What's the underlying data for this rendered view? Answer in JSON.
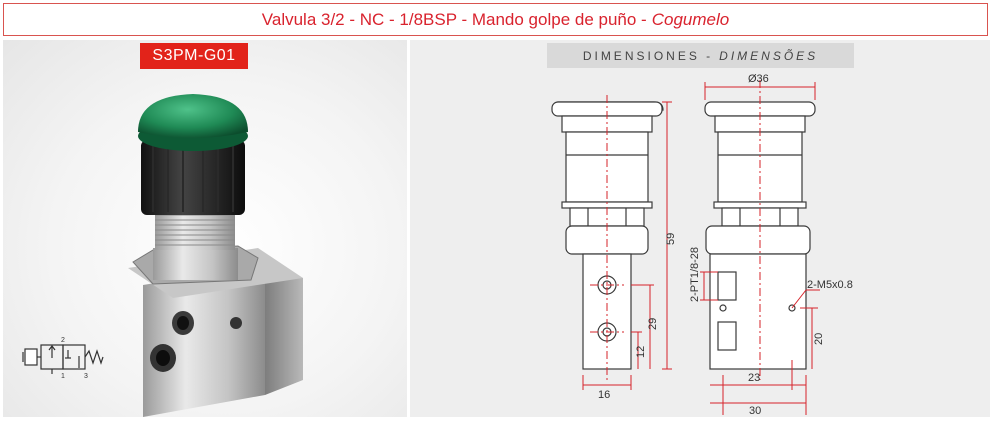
{
  "title": {
    "main": "Valvula 3/2 - NC - 1/8BSP - Mando golpe de puño -",
    "italic": "Cogumelo"
  },
  "model_code": "S3PM-G01",
  "dimensions_header": {
    "main": "DIMENSIONES -",
    "italic": "DIMENSÕES"
  },
  "symbol_ports": {
    "p2": "2",
    "p1": "1",
    "p3": "3"
  },
  "dimensions": {
    "d59": "59",
    "d29": "29",
    "d12": "12",
    "d16": "16",
    "diameter": "Ø36",
    "ports_thread": "2-PT1/8-28",
    "mount_thread": "2-M5x0.8",
    "d20": "20",
    "d23": "23",
    "d30": "30"
  },
  "colors": {
    "brand_red": "#e2231a",
    "button_green": "#1f8a55",
    "drawing_line": "#3a3a3a",
    "dim_line": "#d6232a"
  }
}
